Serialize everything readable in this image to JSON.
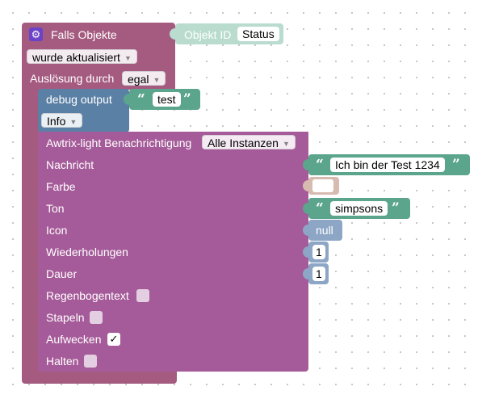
{
  "trigger_block": {
    "title": "Falls Objekte",
    "object_label": "Objekt ID",
    "object_value": "Status",
    "event_value": "wurde aktualisiert",
    "trigger_label": "Auslösung durch",
    "trigger_value": "egal"
  },
  "debug_block": {
    "title": "debug output",
    "text_value": "test",
    "level_value": "Info"
  },
  "awtrix_block": {
    "title": "Awtrix-light Benachrichtigung",
    "instance_value": "Alle Instanzen",
    "rows": {
      "message_label": "Nachricht",
      "color_label": "Farbe",
      "sound_label": "Ton",
      "icon_label": "Icon",
      "repeat_label": "Wiederholungen",
      "duration_label": "Dauer",
      "rainbow_label": "Regenbogentext",
      "stack_label": "Stapeln",
      "wakeup_label": "Aufwecken",
      "hold_label": "Halten"
    },
    "inputs": {
      "message_value": "Ich bin der Test 1234",
      "sound_value": "simpsons",
      "icon_value": "null",
      "repeat_value": "1",
      "duration_value": "1"
    },
    "checkboxes": {
      "rainbow_checked": "",
      "stack_checked": "",
      "wakeup_checked": "✓",
      "hold_checked": ""
    }
  },
  "colors": {
    "trigger_block": "#a55b80",
    "debug_block": "#5b80a5",
    "awtrix_block": "#a55b99",
    "text_block": "#5ba58c",
    "number_block": "#8da6c6",
    "object_block": "#b9dccf",
    "color_block": "#d8bbb0",
    "settings_icon": "#6b43c7"
  },
  "icons": {
    "settings": "gear-icon",
    "quote_open": "“",
    "quote_close": "”"
  }
}
